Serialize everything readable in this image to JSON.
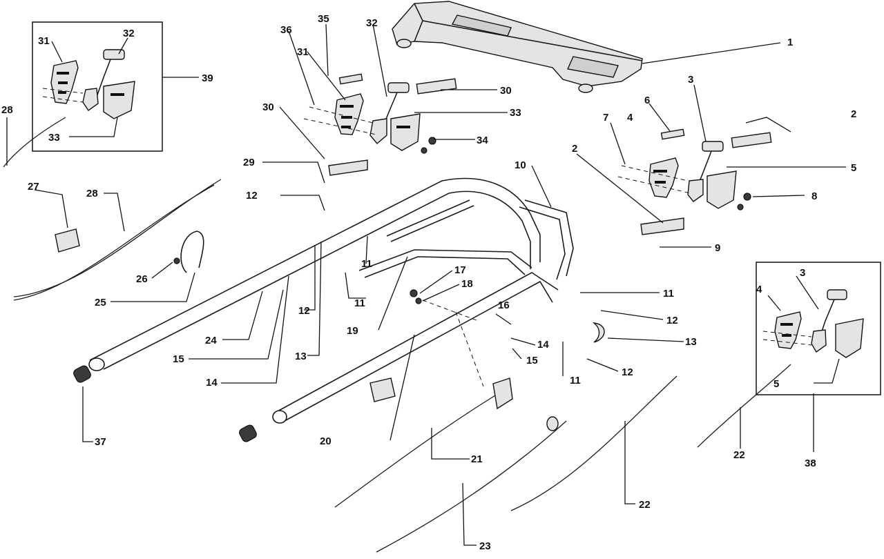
{
  "callouts": [
    {
      "id": "l1",
      "text": "1"
    },
    {
      "id": "l2a",
      "text": "2"
    },
    {
      "id": "l2b",
      "text": "2"
    },
    {
      "id": "l3a",
      "text": "3"
    },
    {
      "id": "l3b",
      "text": "3"
    },
    {
      "id": "l4a",
      "text": "4"
    },
    {
      "id": "l4b",
      "text": "4"
    },
    {
      "id": "l5a",
      "text": "5"
    },
    {
      "id": "l5b",
      "text": "5"
    },
    {
      "id": "l6",
      "text": "6"
    },
    {
      "id": "l7",
      "text": "7"
    },
    {
      "id": "l8",
      "text": "8"
    },
    {
      "id": "l9",
      "text": "9"
    },
    {
      "id": "l10",
      "text": "10"
    },
    {
      "id": "l11a",
      "text": "11"
    },
    {
      "id": "l11b",
      "text": "11"
    },
    {
      "id": "l11c",
      "text": "11"
    },
    {
      "id": "l11d",
      "text": "11"
    },
    {
      "id": "l12a",
      "text": "12"
    },
    {
      "id": "l12b",
      "text": "12"
    },
    {
      "id": "l12c",
      "text": "12"
    },
    {
      "id": "l12d",
      "text": "12"
    },
    {
      "id": "l13a",
      "text": "13"
    },
    {
      "id": "l13b",
      "text": "13"
    },
    {
      "id": "l14a",
      "text": "14"
    },
    {
      "id": "l14b",
      "text": "14"
    },
    {
      "id": "l15a",
      "text": "15"
    },
    {
      "id": "l15b",
      "text": "15"
    },
    {
      "id": "l16",
      "text": "16"
    },
    {
      "id": "l17",
      "text": "17"
    },
    {
      "id": "l18",
      "text": "18"
    },
    {
      "id": "l19",
      "text": "19"
    },
    {
      "id": "l20",
      "text": "20"
    },
    {
      "id": "l21",
      "text": "21"
    },
    {
      "id": "l22a",
      "text": "22"
    },
    {
      "id": "l22b",
      "text": "22"
    },
    {
      "id": "l23",
      "text": "23"
    },
    {
      "id": "l24",
      "text": "24"
    },
    {
      "id": "l25",
      "text": "25"
    },
    {
      "id": "l26",
      "text": "26"
    },
    {
      "id": "l27",
      "text": "27"
    },
    {
      "id": "l28a",
      "text": "28"
    },
    {
      "id": "l28b",
      "text": "28"
    },
    {
      "id": "l29",
      "text": "29"
    },
    {
      "id": "l30a",
      "text": "30"
    },
    {
      "id": "l30b",
      "text": "30"
    },
    {
      "id": "l31a",
      "text": "31"
    },
    {
      "id": "l31b",
      "text": "31"
    },
    {
      "id": "l32a",
      "text": "32"
    },
    {
      "id": "l32b",
      "text": "32"
    },
    {
      "id": "l33a",
      "text": "33"
    },
    {
      "id": "l33b",
      "text": "33"
    },
    {
      "id": "l34",
      "text": "34"
    },
    {
      "id": "l35",
      "text": "35"
    },
    {
      "id": "l36",
      "text": "36"
    },
    {
      "id": "l37",
      "text": "37"
    },
    {
      "id": "l38",
      "text": "38"
    },
    {
      "id": "l39",
      "text": "39"
    }
  ]
}
